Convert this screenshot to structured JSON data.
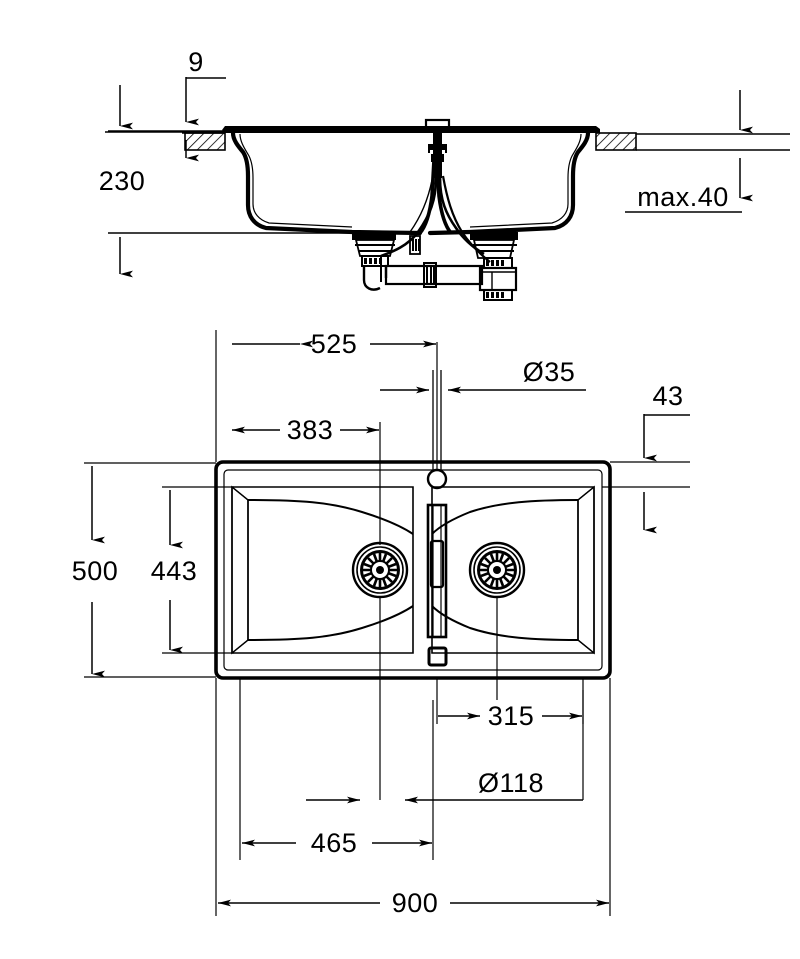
{
  "drawing": {
    "type": "technical-dimension-drawing",
    "subject": "double-bowl-kitchen-sink",
    "background_color": "#ffffff",
    "line_color": "#000000",
    "units": "mm",
    "views": [
      {
        "name": "section-elevation",
        "position": "top"
      },
      {
        "name": "plan-top",
        "position": "bottom"
      }
    ]
  },
  "elevation": {
    "dimensions": {
      "rim_thickness": "9",
      "bowl_depth": "230",
      "worktop_thickness": "max.40"
    },
    "parts": {
      "worktop_left": "worktop-section-left",
      "worktop_right": "worktop-section-right",
      "sink_body": "sink-bowl-profile",
      "waste_assembly": "waste-trap-assembly",
      "overflow_pipe": "overflow-pipe",
      "faucet_fixing": "faucet-fixing-stud"
    }
  },
  "plan": {
    "dimensions": {
      "tap_hole_to_left_edge": "525",
      "left_bowl_drain_to_left_edge": "383",
      "tap_hole_diameter": "Ø35",
      "rim_to_bowl_top": "43",
      "overall_depth": "500",
      "bowl_inner_depth": "443",
      "right_drain_offset": "315",
      "drain_diameter": "Ø118",
      "left_drain_to_left_edge": "465",
      "overall_width": "900"
    },
    "parts": {
      "outer_rim": "sink-outer-rim",
      "left_bowl": "left-bowl",
      "right_bowl": "right-bowl",
      "left_drain": "left-drain-strainer",
      "right_drain": "right-drain-strainer",
      "tap_hole": "tap-hole",
      "center_bridge": "center-divider-bridge",
      "overflow_slot": "overflow-slot"
    }
  },
  "labels": {
    "d9": "9",
    "d230": "230",
    "dmax40": "max.40",
    "d525": "525",
    "d383": "383",
    "dia35": "Ø35",
    "d43": "43",
    "d500": "500",
    "d443": "443",
    "d315": "315",
    "dia118": "Ø118",
    "d465": "465",
    "d900": "900"
  }
}
